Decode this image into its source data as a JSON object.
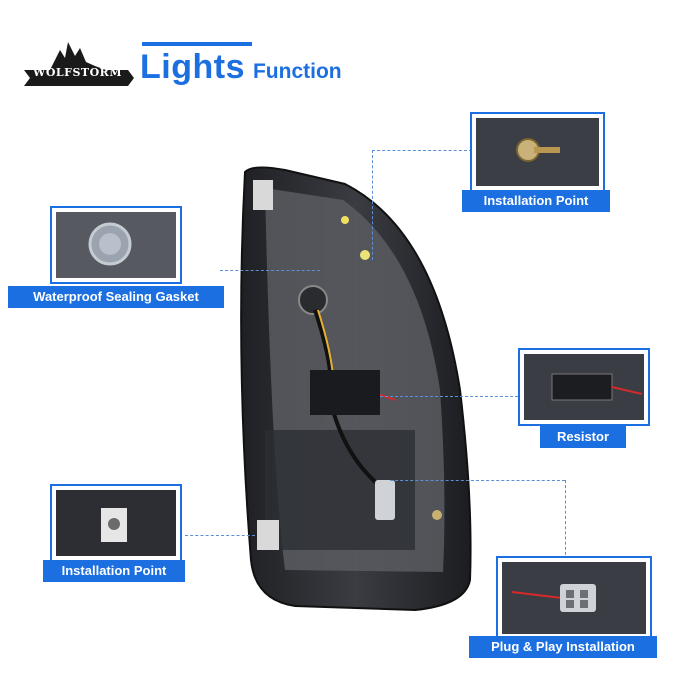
{
  "brand": {
    "name": "WOLFSTORM"
  },
  "header": {
    "title_main": "Lights",
    "title_sub": "Function"
  },
  "callouts": [
    {
      "label": "Installation Point"
    },
    {
      "label": "Waterproof Sealing Gasket"
    },
    {
      "label": "Resistor"
    },
    {
      "label": "Installation Point"
    },
    {
      "label": "Plug & Play Installation"
    }
  ],
  "colors": {
    "accent": "#1b6fe0",
    "leader": "#5b8fd6"
  }
}
